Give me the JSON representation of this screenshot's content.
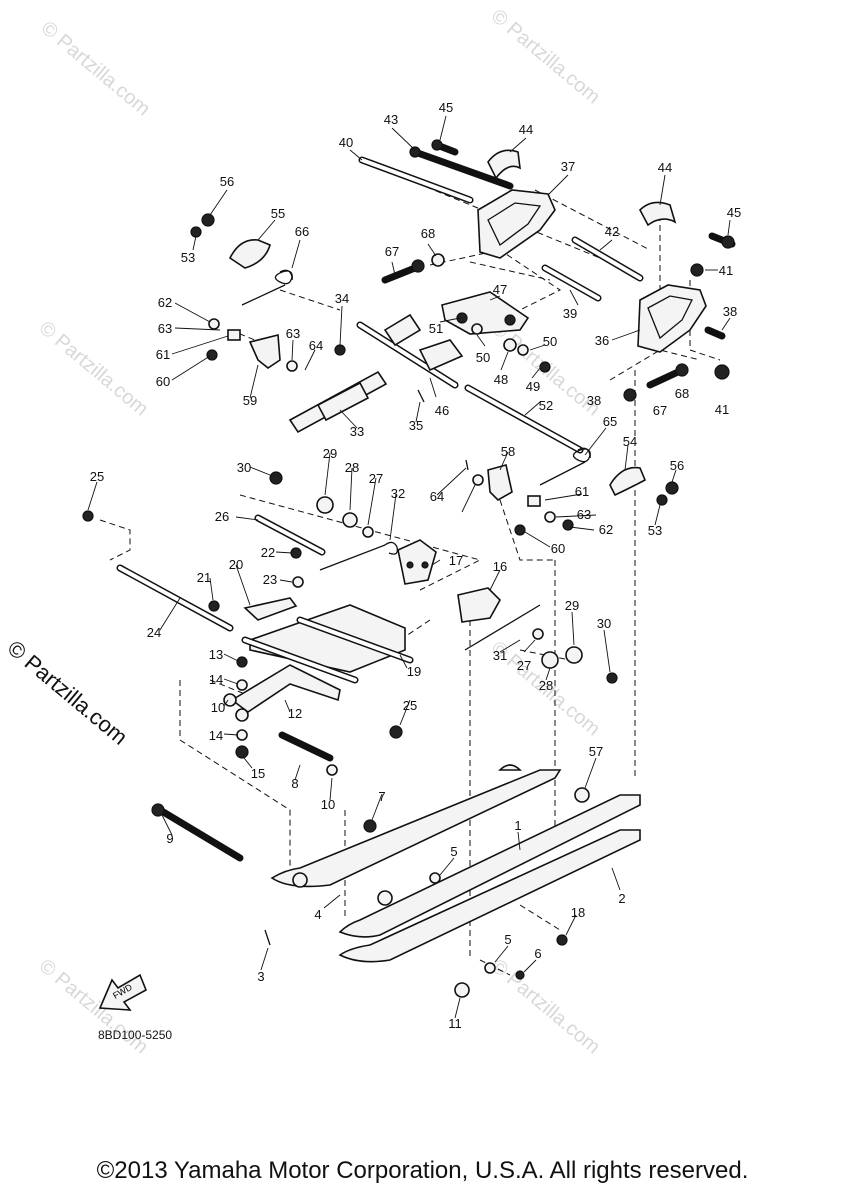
{
  "watermark": "© Partzilla.com",
  "part_code": "8BD100-5250",
  "fwd_label": "FWD",
  "copyright": "©2013 Yamaha Motor Corporation, U.S.A. All rights reserved.",
  "callouts": [
    {
      "id": "c1",
      "label": "1"
    },
    {
      "id": "c2",
      "label": "2"
    },
    {
      "id": "c3",
      "label": "3"
    },
    {
      "id": "c4",
      "label": "4"
    },
    {
      "id": "c5a",
      "label": "5"
    },
    {
      "id": "c5b",
      "label": "5"
    },
    {
      "id": "c6",
      "label": "6"
    },
    {
      "id": "c7",
      "label": "7"
    },
    {
      "id": "c8",
      "label": "8"
    },
    {
      "id": "c9",
      "label": "9"
    },
    {
      "id": "c10a",
      "label": "10"
    },
    {
      "id": "c10b",
      "label": "10"
    },
    {
      "id": "c11",
      "label": "11"
    },
    {
      "id": "c12",
      "label": "12"
    },
    {
      "id": "c13",
      "label": "13"
    },
    {
      "id": "c14a",
      "label": "14"
    },
    {
      "id": "c14b",
      "label": "14"
    },
    {
      "id": "c15",
      "label": "15"
    },
    {
      "id": "c16",
      "label": "16"
    },
    {
      "id": "c17",
      "label": "17"
    },
    {
      "id": "c18",
      "label": "18"
    },
    {
      "id": "c19",
      "label": "19"
    },
    {
      "id": "c20",
      "label": "20"
    },
    {
      "id": "c21",
      "label": "21"
    },
    {
      "id": "c22",
      "label": "22"
    },
    {
      "id": "c23",
      "label": "23"
    },
    {
      "id": "c24",
      "label": "24"
    },
    {
      "id": "c25a",
      "label": "25"
    },
    {
      "id": "c25b",
      "label": "25"
    },
    {
      "id": "c26",
      "label": "26"
    },
    {
      "id": "c27a",
      "label": "27"
    },
    {
      "id": "c27b",
      "label": "27"
    },
    {
      "id": "c28a",
      "label": "28"
    },
    {
      "id": "c28b",
      "label": "28"
    },
    {
      "id": "c29a",
      "label": "29"
    },
    {
      "id": "c29b",
      "label": "29"
    },
    {
      "id": "c30a",
      "label": "30"
    },
    {
      "id": "c30b",
      "label": "30"
    },
    {
      "id": "c31",
      "label": "31"
    },
    {
      "id": "c32",
      "label": "32"
    },
    {
      "id": "c33",
      "label": "33"
    },
    {
      "id": "c34",
      "label": "34"
    },
    {
      "id": "c35",
      "label": "35"
    },
    {
      "id": "c36",
      "label": "36"
    },
    {
      "id": "c37",
      "label": "37"
    },
    {
      "id": "c38a",
      "label": "38"
    },
    {
      "id": "c38b",
      "label": "38"
    },
    {
      "id": "c39",
      "label": "39"
    },
    {
      "id": "c40",
      "label": "40"
    },
    {
      "id": "c41a",
      "label": "41"
    },
    {
      "id": "c41b",
      "label": "41"
    },
    {
      "id": "c42",
      "label": "42"
    },
    {
      "id": "c43",
      "label": "43"
    },
    {
      "id": "c44a",
      "label": "44"
    },
    {
      "id": "c44b",
      "label": "44"
    },
    {
      "id": "c45a",
      "label": "45"
    },
    {
      "id": "c45b",
      "label": "45"
    },
    {
      "id": "c46",
      "label": "46"
    },
    {
      "id": "c47",
      "label": "47"
    },
    {
      "id": "c48",
      "label": "48"
    },
    {
      "id": "c49",
      "label": "49"
    },
    {
      "id": "c50a",
      "label": "50"
    },
    {
      "id": "c50b",
      "label": "50"
    },
    {
      "id": "c51",
      "label": "51"
    },
    {
      "id": "c52",
      "label": "52"
    },
    {
      "id": "c53a",
      "label": "53"
    },
    {
      "id": "c53b",
      "label": "53"
    },
    {
      "id": "c54",
      "label": "54"
    },
    {
      "id": "c55",
      "label": "55"
    },
    {
      "id": "c56a",
      "label": "56"
    },
    {
      "id": "c56b",
      "label": "56"
    },
    {
      "id": "c57",
      "label": "57"
    },
    {
      "id": "c58",
      "label": "58"
    },
    {
      "id": "c59",
      "label": "59"
    },
    {
      "id": "c60a",
      "label": "60"
    },
    {
      "id": "c60b",
      "label": "60"
    },
    {
      "id": "c61a",
      "label": "61"
    },
    {
      "id": "c61b",
      "label": "61"
    },
    {
      "id": "c62a",
      "label": "62"
    },
    {
      "id": "c62b",
      "label": "62"
    },
    {
      "id": "c63a",
      "label": "63"
    },
    {
      "id": "c63b",
      "label": "63"
    },
    {
      "id": "c63c",
      "label": "63"
    },
    {
      "id": "c64a",
      "label": "64"
    },
    {
      "id": "c64b",
      "label": "64"
    },
    {
      "id": "c65",
      "label": "65"
    },
    {
      "id": "c66",
      "label": "66"
    },
    {
      "id": "c67a",
      "label": "67"
    },
    {
      "id": "c67b",
      "label": "67"
    },
    {
      "id": "c68a",
      "label": "68"
    },
    {
      "id": "c68b",
      "label": "68"
    }
  ]
}
